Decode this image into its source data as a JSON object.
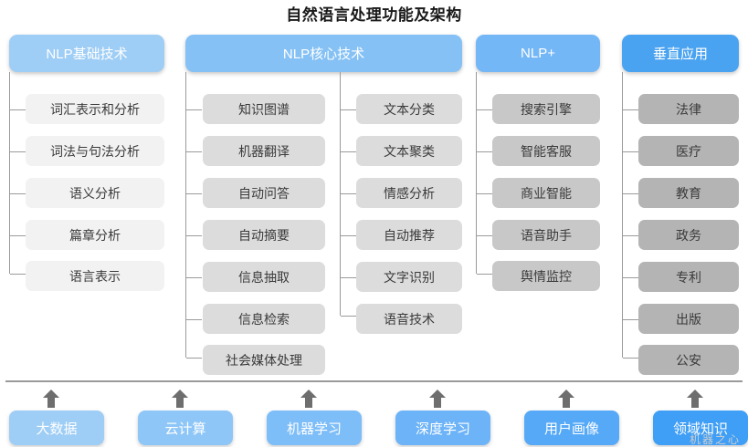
{
  "title": "自然语言处理功能及架构",
  "columns": [
    {
      "id": "nlp-basic",
      "header": "NLP基础技术",
      "header_color": "#9ecdf5",
      "item_color": "#f2f2f2",
      "items": [
        "词汇表示和分析",
        "词法与句法分析",
        "语义分析",
        "篇章分析",
        "语言表示"
      ]
    },
    {
      "id": "nlp-core",
      "header": "NLP核心技术",
      "header_color": "#85c1f5",
      "item_color": "#dcdcdc",
      "items": [
        "知识图谱",
        "机器翻译",
        "自动问答",
        "自动摘要",
        "信息抽取",
        "信息检索",
        "社会媒体处理"
      ],
      "items2": [
        "文本分类",
        "文本聚类",
        "情感分析",
        "自动推荐",
        "文字识别",
        "语音技术"
      ]
    },
    {
      "id": "nlp-plus",
      "header": "NLP+",
      "header_color": "#74b7f7",
      "item_color": "#c8c8c8",
      "items": [
        "搜索引擎",
        "智能客服",
        "商业智能",
        "语音助手",
        "舆情监控"
      ]
    },
    {
      "id": "vertical-app",
      "header": "垂直应用",
      "header_color": "#4aa3f0",
      "item_color": "#b4b4b4",
      "items": [
        "法律",
        "医疗",
        "教育",
        "政务",
        "专利",
        "出版",
        "公安"
      ]
    }
  ],
  "foundation": [
    {
      "label": "大数据",
      "color": "#9ecdf5"
    },
    {
      "label": "云计算",
      "color": "#8ec6f7"
    },
    {
      "label": "机器学习",
      "color": "#7dbdf8"
    },
    {
      "label": "深度学习",
      "color": "#6cb3f8"
    },
    {
      "label": "用户画像",
      "color": "#56a9f7"
    },
    {
      "label": "领域知识",
      "color": "#3f9ef5"
    }
  ],
  "watermark": "机器之心"
}
